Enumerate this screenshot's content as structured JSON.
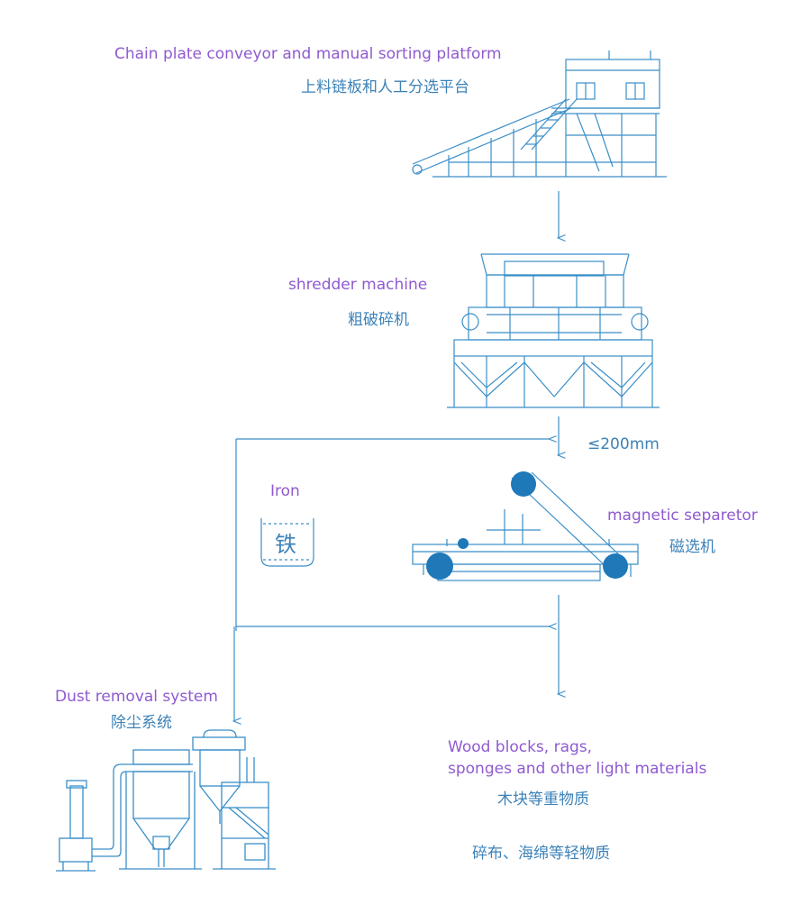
{
  "diagram": {
    "conveyor": {
      "label_en": "Chain plate conveyor and manual sorting platform",
      "label_zh": "上料链板和人工分选平台"
    },
    "shredder": {
      "label_en": "shredder machine",
      "label_zh": "粗破碎机"
    },
    "size_limit": "≤200mm",
    "magnetic": {
      "label_en": "magnetic separetor",
      "label_zh": "磁选机"
    },
    "iron": {
      "label_en": "Iron",
      "label_zh": "铁"
    },
    "dust": {
      "label_en": "Dust removal system",
      "label_zh": "除尘系统"
    },
    "output": {
      "label_en_line1": "Wood blocks, rags,",
      "label_en_line2": "sponges and other light materials",
      "heavy_zh": "木块等重物质",
      "light_zh": "碎布、海绵等轻物质"
    },
    "colors": {
      "line": "#3a8ec8",
      "fill": "#1f78b8",
      "label_en": "#8f5ad0",
      "label_zh": "#3c82b8"
    }
  }
}
